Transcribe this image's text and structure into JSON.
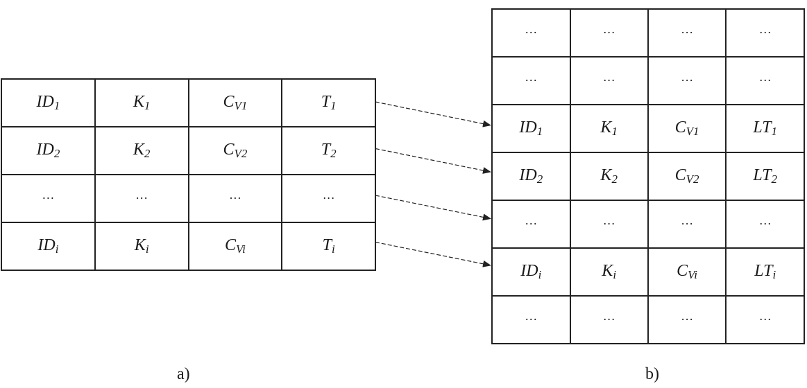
{
  "table_a": {
    "caption": "a)",
    "rows": [
      [
        {
          "main": "ID",
          "sub": "1",
          "sub_italic": false
        },
        {
          "main": "K",
          "sub": "1",
          "sub_italic": false
        },
        {
          "main": "C",
          "sub": "V1",
          "sub_italic": true
        },
        {
          "main": "T",
          "sub": "1",
          "sub_italic": false
        }
      ],
      [
        {
          "main": "ID",
          "sub": "2",
          "sub_italic": false
        },
        {
          "main": "K",
          "sub": "2",
          "sub_italic": false
        },
        {
          "main": "C",
          "sub": "V2",
          "sub_italic": true
        },
        {
          "main": "T",
          "sub": "2",
          "sub_italic": false
        }
      ],
      [
        {
          "main": "···",
          "sub": "",
          "dots": true
        },
        {
          "main": "···",
          "sub": "",
          "dots": true
        },
        {
          "main": "···",
          "sub": "",
          "dots": true
        },
        {
          "main": "···",
          "sub": "",
          "dots": true
        }
      ],
      [
        {
          "main": "ID",
          "sub": "i",
          "sub_italic": true
        },
        {
          "main": "K",
          "sub": "i",
          "sub_italic": true
        },
        {
          "main": "C",
          "sub": "Vi",
          "sub_italic": true
        },
        {
          "main": "T",
          "sub": "i",
          "sub_italic": true
        }
      ]
    ]
  },
  "table_b": {
    "caption": "b)",
    "rows": [
      [
        {
          "main": "···",
          "sub": "",
          "dots": true
        },
        {
          "main": "···",
          "sub": "",
          "dots": true
        },
        {
          "main": "···",
          "sub": "",
          "dots": true
        },
        {
          "main": "···",
          "sub": "",
          "dots": true
        }
      ],
      [
        {
          "main": "···",
          "sub": "",
          "dots": true
        },
        {
          "main": "···",
          "sub": "",
          "dots": true
        },
        {
          "main": "···",
          "sub": "",
          "dots": true
        },
        {
          "main": "···",
          "sub": "",
          "dots": true
        }
      ],
      [
        {
          "main": "ID",
          "sub": "1",
          "sub_italic": false
        },
        {
          "main": "K",
          "sub": "1",
          "sub_italic": false
        },
        {
          "main": "C",
          "sub": "V1",
          "sub_italic": true
        },
        {
          "main": "LT",
          "sub": "1",
          "sub_italic": false
        }
      ],
      [
        {
          "main": "ID",
          "sub": "2",
          "sub_italic": false
        },
        {
          "main": "K",
          "sub": "2",
          "sub_italic": false
        },
        {
          "main": "C",
          "sub": "V2",
          "sub_italic": true
        },
        {
          "main": "LT",
          "sub": "2",
          "sub_italic": false
        }
      ],
      [
        {
          "main": "···",
          "sub": "",
          "dots": true
        },
        {
          "main": "···",
          "sub": "",
          "dots": true
        },
        {
          "main": "···",
          "sub": "",
          "dots": true
        },
        {
          "main": "···",
          "sub": "",
          "dots": true
        }
      ],
      [
        {
          "main": "ID",
          "sub": "i",
          "sub_italic": true
        },
        {
          "main": "K",
          "sub": "i",
          "sub_italic": true
        },
        {
          "main": "C",
          "sub": "Vi",
          "sub_italic": true
        },
        {
          "main": "LT",
          "sub": "i",
          "sub_italic": true
        }
      ],
      [
        {
          "main": "···",
          "sub": "",
          "dots": true
        },
        {
          "main": "···",
          "sub": "",
          "dots": true
        },
        {
          "main": "···",
          "sub": "",
          "dots": true
        },
        {
          "main": "···",
          "sub": "",
          "dots": true
        }
      ]
    ]
  },
  "arrows": [
    {
      "from_row": 0,
      "to_row": 2,
      "style": "dashed"
    },
    {
      "from_row": 1,
      "to_row": 3,
      "style": "dashed"
    },
    {
      "from_row": 2,
      "to_row": 4,
      "style": "dashed"
    },
    {
      "from_row": 3,
      "to_row": 5,
      "style": "dashed"
    }
  ],
  "colors": {
    "line": "#222222",
    "background": "#ffffff"
  }
}
